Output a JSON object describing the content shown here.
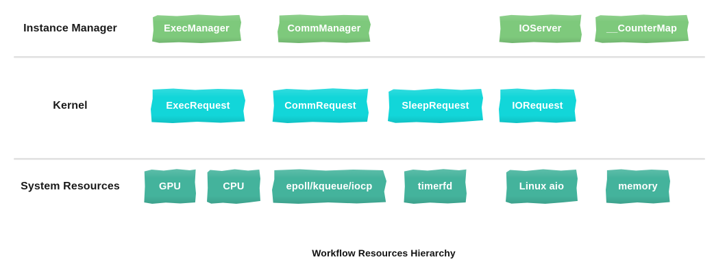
{
  "caption": "Workflow Resources Hierarchy",
  "text_colors": {
    "row_label": "#1a1a1a",
    "box_label": "#ffffff"
  },
  "divider_color": "#e2e2e2",
  "rows": [
    {
      "label": "Instance Manager",
      "color": "#7ec97c",
      "boxes": [
        {
          "label": "ExecManager"
        },
        {
          "label": "CommManager"
        },
        {
          "label": "IOServer"
        },
        {
          "label": "__CounterMap"
        }
      ]
    },
    {
      "label": "Kernel",
      "color": "#12d6d9",
      "boxes": [
        {
          "label": "ExecRequest"
        },
        {
          "label": "CommRequest"
        },
        {
          "label": "SleepRequest"
        },
        {
          "label": "IORequest"
        }
      ]
    },
    {
      "label": "System Resources",
      "color": "#44b39c",
      "boxes": [
        {
          "label": "GPU"
        },
        {
          "label": "CPU"
        },
        {
          "label": "epoll/kqueue/iocp"
        },
        {
          "label": "timerfd"
        },
        {
          "label": "Linux aio"
        },
        {
          "label": "memory"
        }
      ]
    }
  ]
}
